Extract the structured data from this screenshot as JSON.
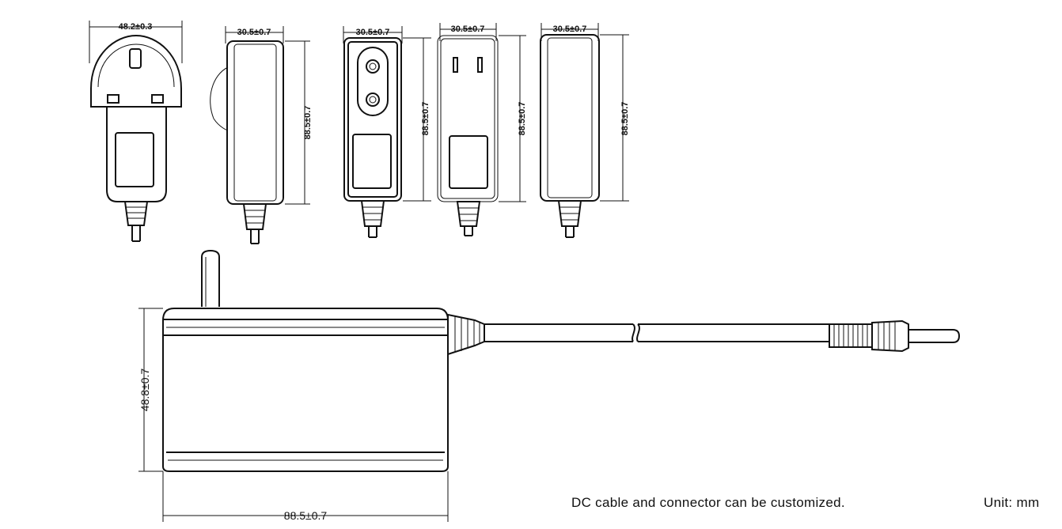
{
  "views": {
    "uk": {
      "width": "48.2±0.3"
    },
    "side": {
      "width": "30.5±0.7",
      "height": "88.5±0.7"
    },
    "eu": {
      "width": "30.5±0.7",
      "height": "88.5±0.7"
    },
    "us": {
      "width": "30.5±0.7",
      "height": "88.5±0.7"
    },
    "back": {
      "width": "30.5±0.7",
      "height": "88.5±0.7"
    }
  },
  "main_view": {
    "length": "88.5±0.7",
    "height": "48.8±0.7"
  },
  "notes": {
    "customize": "DC cable and connector can be customized.",
    "unit": "Unit: mm"
  }
}
